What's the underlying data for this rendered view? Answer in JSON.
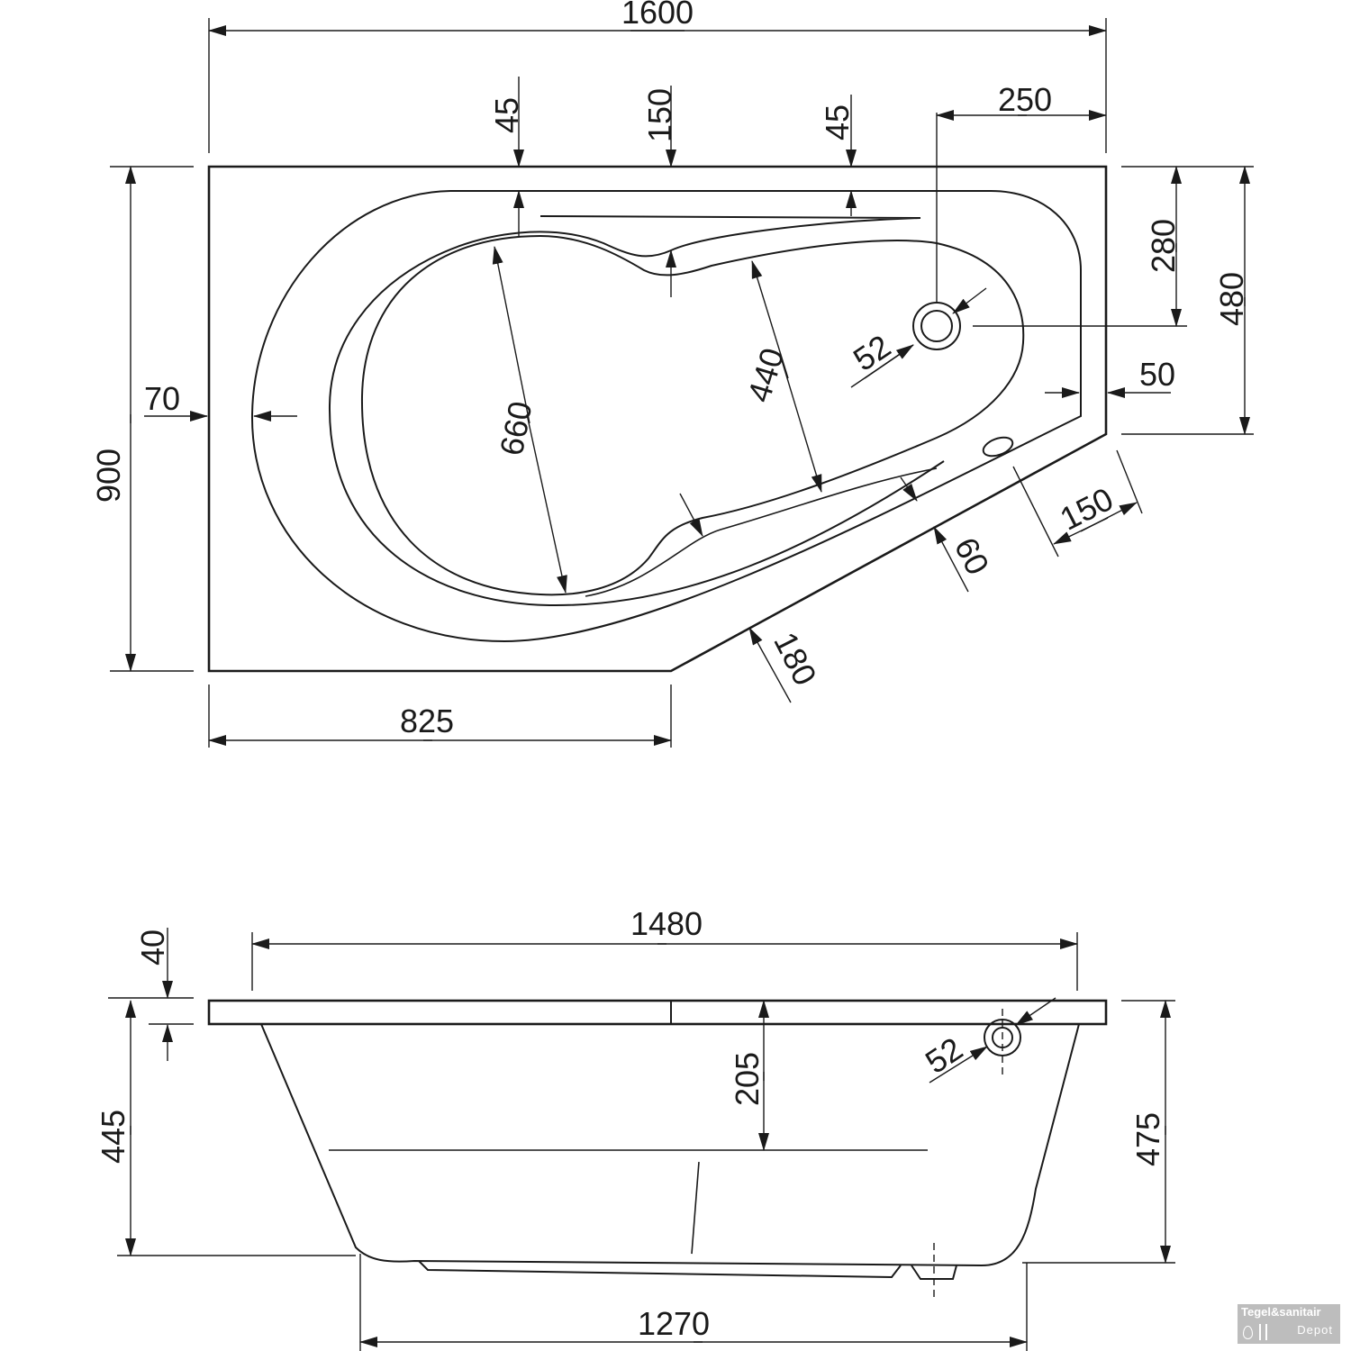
{
  "top_view": {
    "dimensions": {
      "overall_width": "1600",
      "rim_left_offset": "45",
      "rim_mid_offset": "150",
      "rim_right_offset": "45",
      "drain_from_right": "250",
      "overall_depth": "900",
      "drain_from_top": "280",
      "right_side_depth": "480",
      "left_rim_width": "70",
      "right_rim_width": "50",
      "basin_length": "660",
      "basin_width": "440",
      "drain_diameter": "52",
      "angled_edge_1": "150",
      "angled_rim": "60",
      "angled_edge_2": "180",
      "bottom_length": "825"
    }
  },
  "side_view": {
    "dimensions": {
      "top_length": "1480",
      "rim_thickness": "40",
      "inner_height": "445",
      "overflow_depth": "205",
      "overflow_diameter": "52",
      "total_height": "475",
      "bottom_length": "1270"
    }
  },
  "logo": {
    "line1": "Tegel&sanitair",
    "line2": "Depot"
  }
}
